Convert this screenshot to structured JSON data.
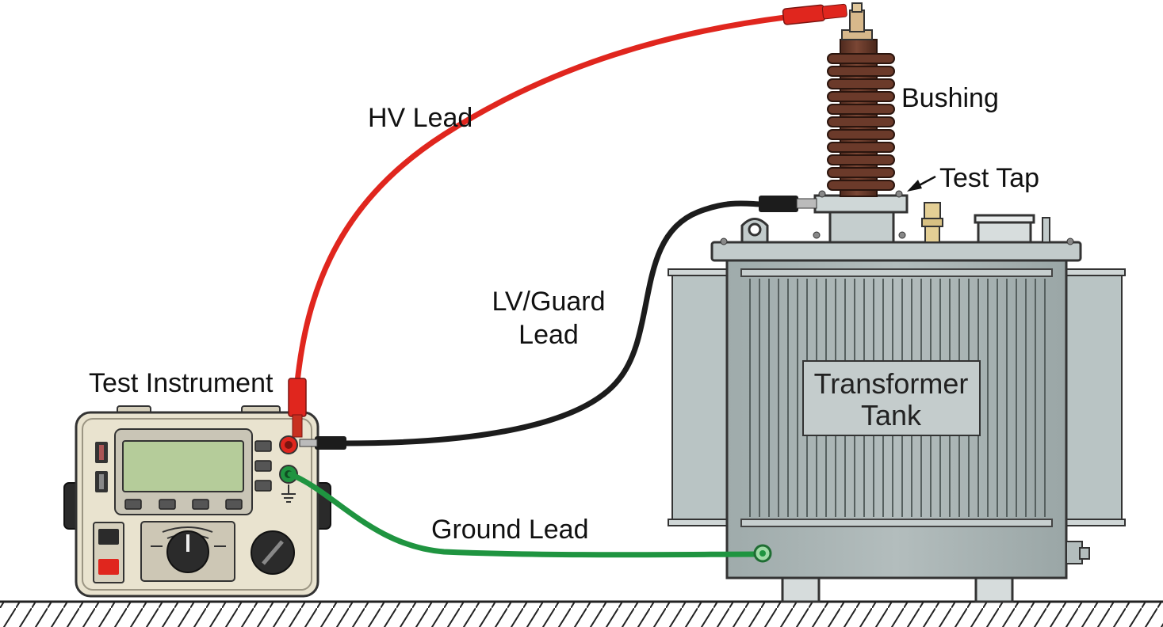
{
  "labels": {
    "hv_lead": "HV Lead",
    "bushing": "Bushing",
    "test_tap": "Test Tap",
    "lv_guard_line1": "LV/Guard",
    "lv_guard_line2": "Lead",
    "test_instrument": "Test Instrument",
    "tank_line1": "Transformer",
    "tank_line2": "Tank",
    "ground_lead": "Ground Lead"
  },
  "colors": {
    "hv_lead": "#e0261e",
    "lv_lead": "#1c1c1c",
    "ground_lead": "#1f9440",
    "bushing": "#6b3a2a",
    "tank": "#a9b4b4",
    "instrument_body": "#e9e3cf",
    "lcd": "#b5cc9a"
  },
  "icons": [
    "ground-symbol-icon",
    "rotary-knob-icon",
    "power-switch-icon"
  ]
}
